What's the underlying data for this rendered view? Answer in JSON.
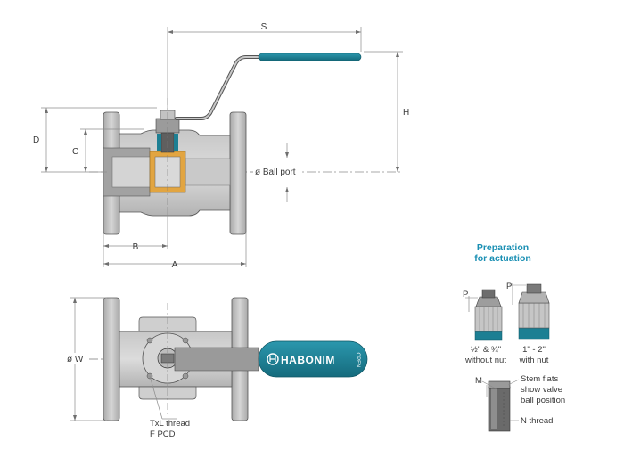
{
  "colors": {
    "line": "#3a3a3a",
    "body_gray": "#bcbcbc",
    "body_dark": "#8d8d8d",
    "body_light": "#dedede",
    "handle_teal": "#1d7f93",
    "accent_blue": "#1a8fb3",
    "seat_orange": "#e2a541",
    "dim_line": "#9a9a9a"
  },
  "dimensions": {
    "S": "S",
    "H": "H",
    "D": "D",
    "C": "C",
    "B": "B",
    "A": "A",
    "ball_port": "ø Ball port",
    "W": "ø W",
    "thread_1": "TxL thread",
    "thread_2": "F PCD"
  },
  "handle_brand": {
    "name": "HABONIM",
    "open_label": "OPEN",
    "logo_icon": "habonim-logo-icon"
  },
  "actuation": {
    "title_1": "Preparation",
    "title_2": "for actuation",
    "p_label": "P",
    "small_caption_1": "½\" & ¾\"",
    "small_caption_2": "without nut",
    "large_caption_1": "1\" - 2\"",
    "large_caption_2": "with nut",
    "m_label": "M",
    "stem_note_1": "Stem flats",
    "stem_note_2": "show valve",
    "stem_note_3": "ball position",
    "n_label": "N thread"
  }
}
